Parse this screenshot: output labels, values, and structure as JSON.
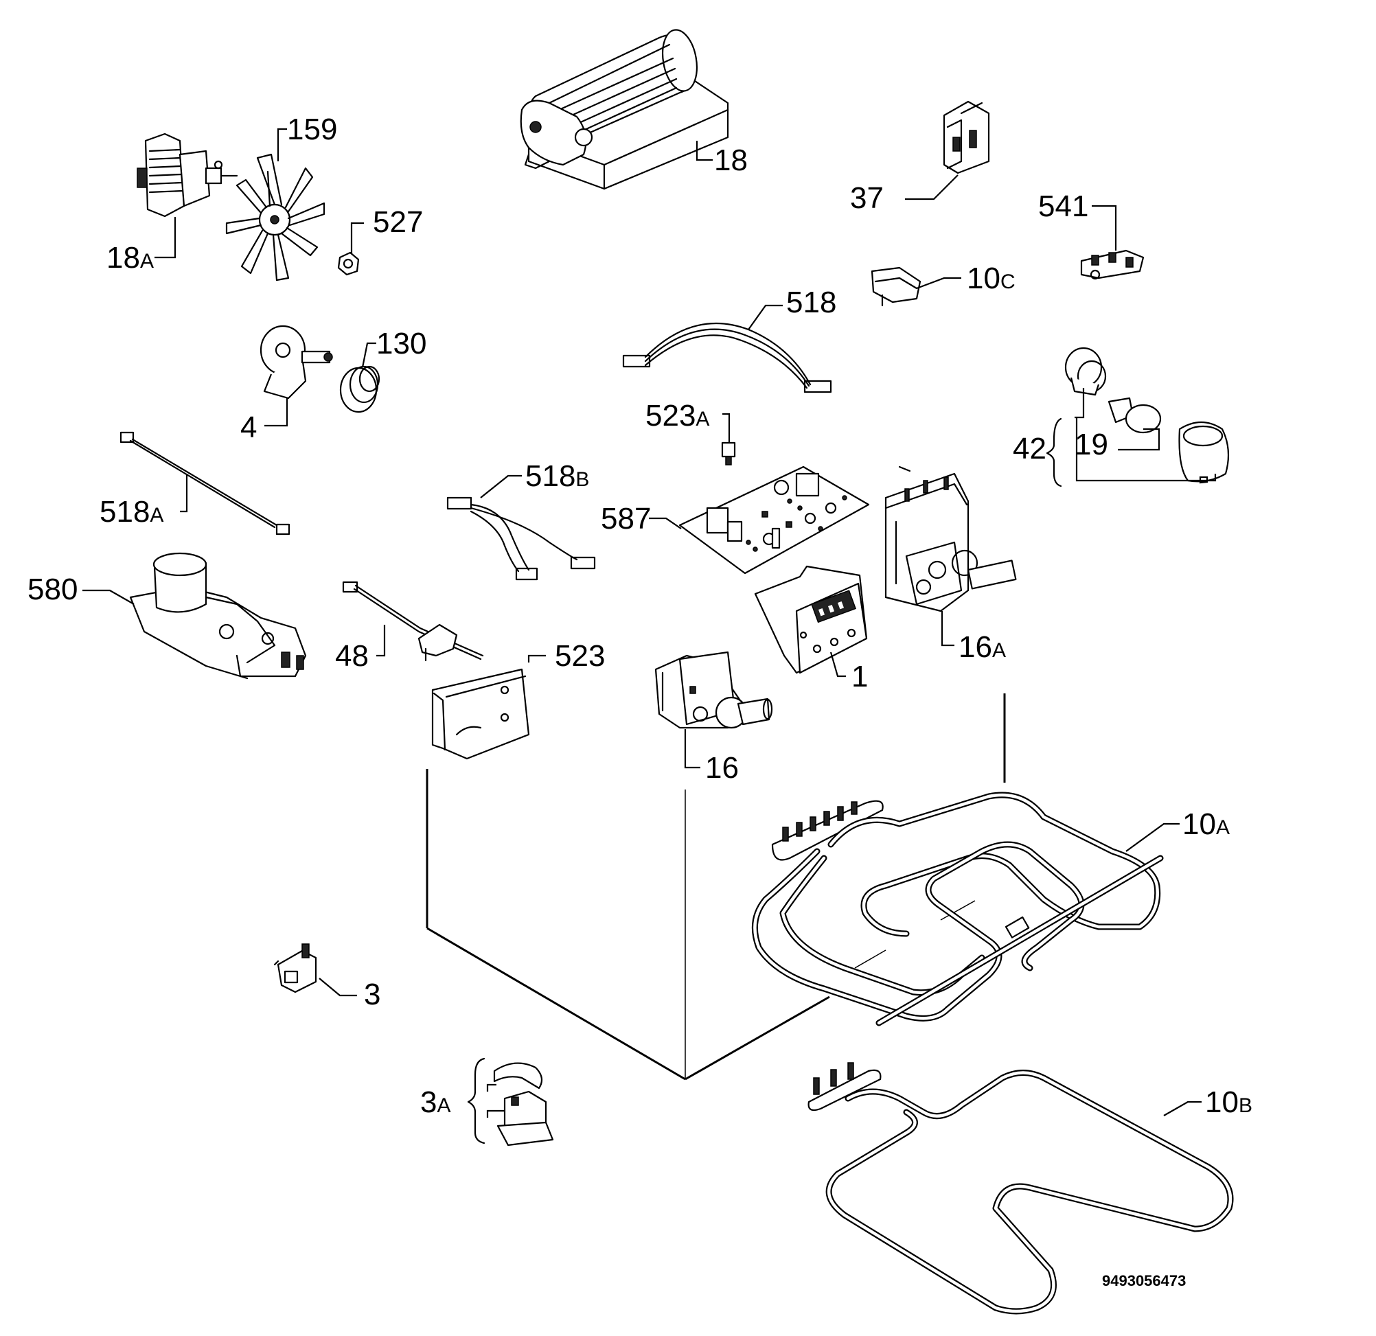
{
  "document_number": "9493056473",
  "callouts": {
    "p18": "18",
    "p18a_num": "18",
    "p18a_suf": "A",
    "p159": "159",
    "p527": "527",
    "p37": "37",
    "p541": "541",
    "p10c_num": "10",
    "p10c_suf": "C",
    "p518": "518",
    "p130": "130",
    "p4": "4",
    "p42": "42",
    "p19": "19",
    "p523a_num": "523",
    "p523a_suf": "A",
    "p518b_num": "518",
    "p518b_suf": "B",
    "p518a_num": "518",
    "p518a_suf": "A",
    "p587": "587",
    "p580": "580",
    "p48": "48",
    "p523": "523",
    "p16a_num": "16",
    "p16a_suf": "A",
    "p1": "1",
    "p16": "16",
    "p10a_num": "10",
    "p10a_suf": "A",
    "p3": "3",
    "p3a_num": "3",
    "p3a_suf": "A",
    "p10b_num": "10",
    "p10b_suf": "B"
  }
}
